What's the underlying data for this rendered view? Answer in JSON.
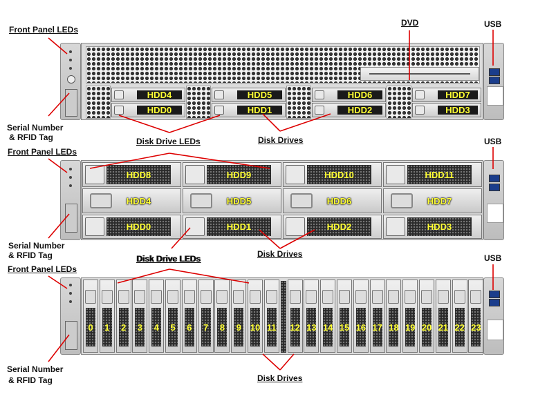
{
  "colors": {
    "callout": "#dd0000",
    "bay_label": "#ffff33",
    "chassis": "#dcdcdc"
  },
  "server1": {
    "labels": {
      "front_panel_leds": "Front Panel LEDs",
      "serial_line1": "Serial Number",
      "serial_line2": "& RFID Tag",
      "dvd": "DVD",
      "usb": "USB",
      "disk_drive_leds": "Disk Drive LEDs",
      "disk_drives": "Disk Drives"
    },
    "drives": [
      "HDD4",
      "HDD5",
      "HDD6",
      "HDD7",
      "HDD0",
      "HDD1",
      "HDD2",
      "HDD3"
    ]
  },
  "server2": {
    "labels": {
      "front_panel_leds": "Front Panel LEDs",
      "serial_line1": "Serial Number",
      "serial_line2": "& RFID Tag",
      "usb": "USB",
      "disk_drive_leds": "Disk Drive LEDs",
      "disk_drives": "Disk Drives"
    },
    "drives": [
      "HDD8",
      "HDD9",
      "HDD10",
      "HDD11",
      "HDD4",
      "HDD5",
      "HDD6",
      "HDD7",
      "HDD0",
      "HDD1",
      "HDD2",
      "HDD3"
    ]
  },
  "server3": {
    "labels": {
      "front_panel_leds": "Front Panel LEDs",
      "serial_line1": "Serial Number",
      "serial_line2": "& RFID Tag",
      "usb": "USB",
      "disk_drive_leds": "Disk Drive LEDs",
      "disk_drives": "Disk Drives"
    },
    "drives": [
      "0",
      "1",
      "2",
      "3",
      "4",
      "5",
      "6",
      "7",
      "8",
      "9",
      "10",
      "11",
      "12",
      "13",
      "14",
      "15",
      "16",
      "17",
      "18",
      "19",
      "20",
      "21",
      "22",
      "23"
    ]
  }
}
